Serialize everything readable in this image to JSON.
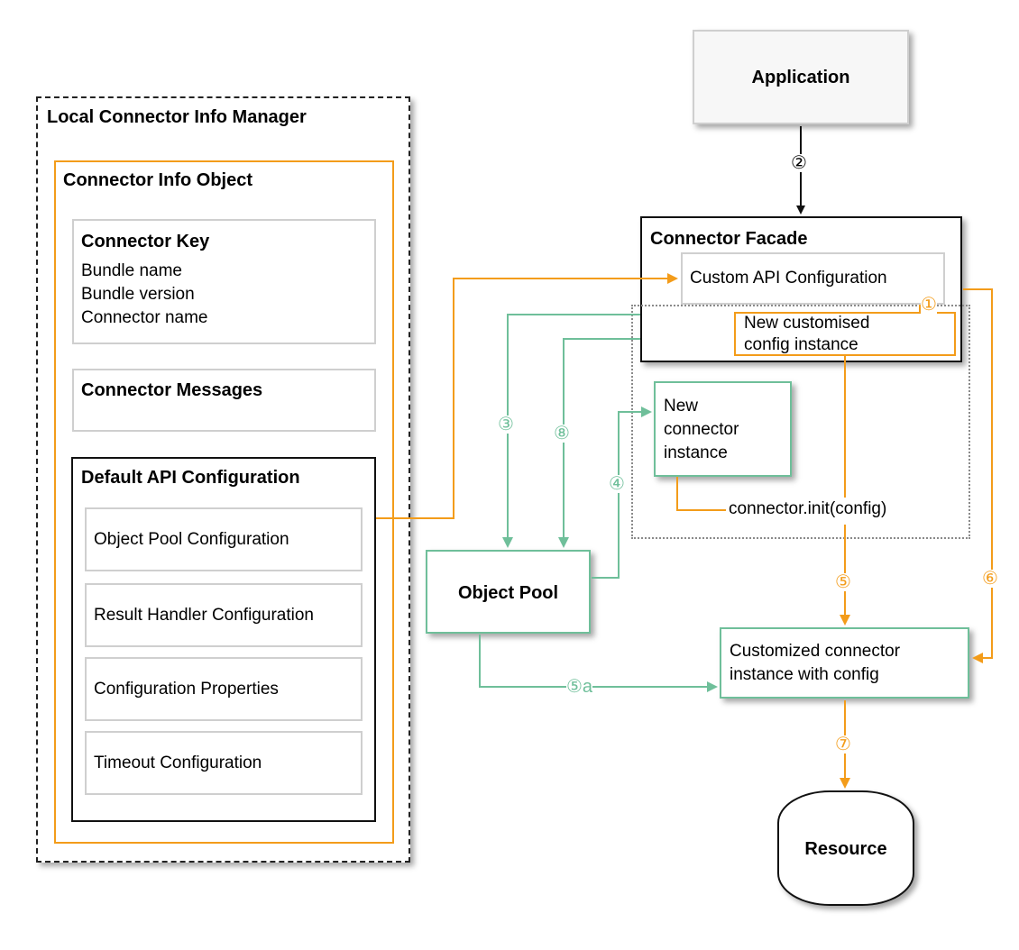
{
  "local_manager": {
    "title": "Local Connector Info Manager"
  },
  "info_object": {
    "title": "Connector Info Object",
    "key": {
      "title": "Connector Key",
      "lines": [
        "Bundle name",
        "Bundle version",
        "Connector name"
      ]
    },
    "messages": {
      "title": "Connector Messages"
    },
    "default_api_config": {
      "title": "Default API Configuration",
      "items": [
        "Object Pool Configuration",
        "Result Handler Configuration",
        "Configuration Properties",
        "Timeout Configuration"
      ]
    }
  },
  "application": {
    "title": "Application"
  },
  "facade": {
    "title": "Connector Facade",
    "custom_config": "Custom API Configuration",
    "new_config": [
      "New customised",
      "config instance"
    ]
  },
  "new_connector": {
    "lines": [
      "New",
      "connector",
      "instance"
    ]
  },
  "init_call": "connector.init(config)",
  "object_pool": {
    "title": "Object Pool"
  },
  "customized": {
    "lines": [
      "Customized connector",
      "instance with config"
    ]
  },
  "resource": {
    "title": "Resource"
  },
  "steps": {
    "s1": "①",
    "s2": "②",
    "s3": "③",
    "s4": "④",
    "s5": "⑤",
    "s5a": "⑤a",
    "s6": "⑥",
    "s7": "⑦",
    "s8": "⑧"
  },
  "colors": {
    "orange": "#f39c1a",
    "green": "#6fbf9a",
    "black": "#111111",
    "gray_border": "#cfcfcf"
  }
}
